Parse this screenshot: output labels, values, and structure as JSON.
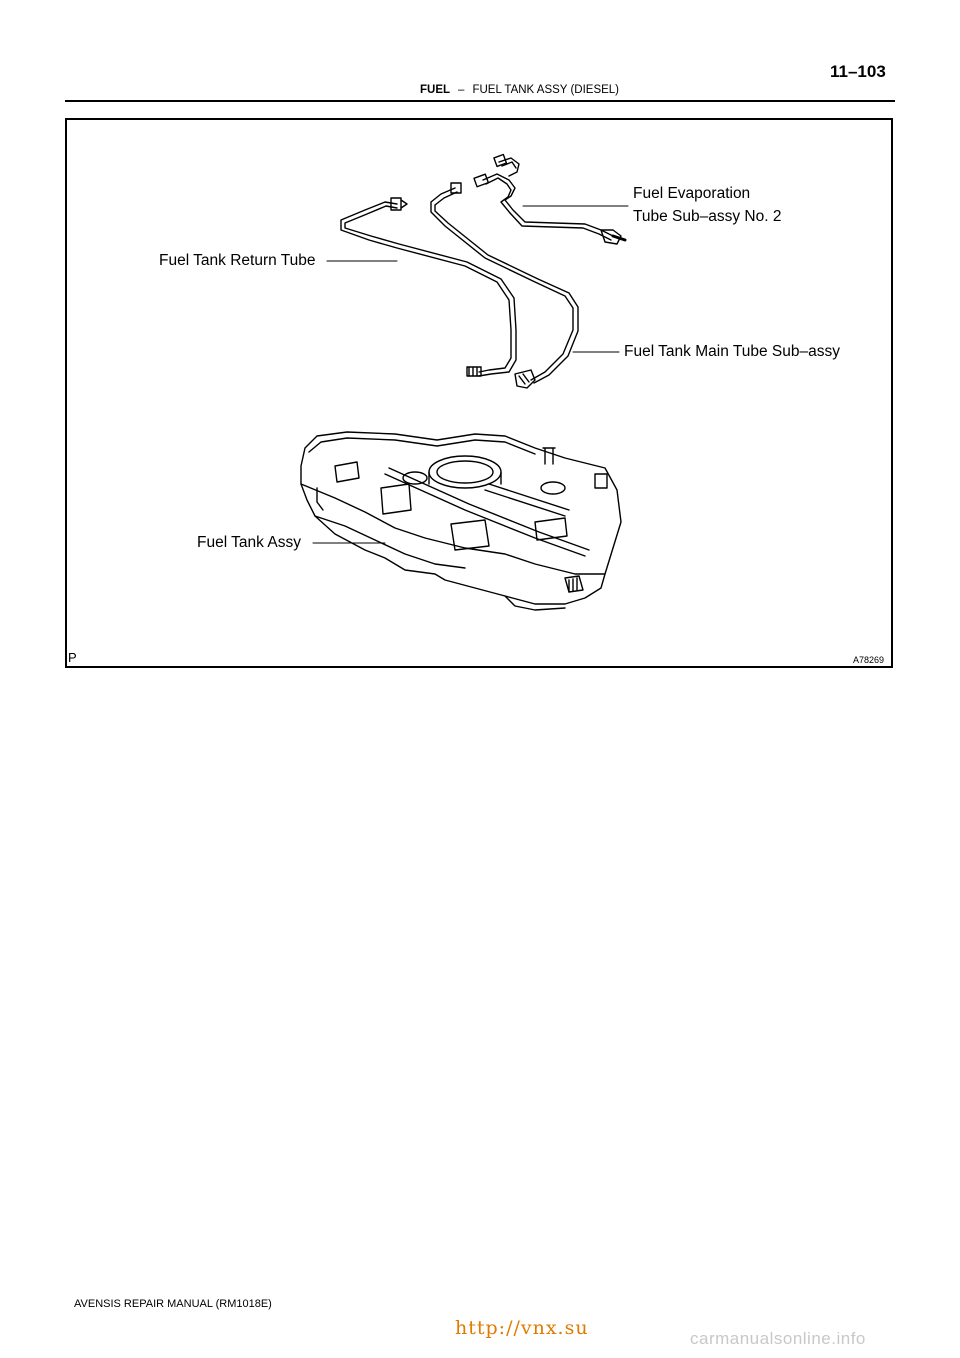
{
  "header": {
    "page_number": "11–103",
    "section": "FUEL",
    "separator": "–",
    "title": "FUEL TANK ASSY (DIESEL)"
  },
  "figure": {
    "labels": {
      "evaporation_tube_line1": "Fuel Evaporation",
      "evaporation_tube_line2": "Tube Sub–assy No. 2",
      "return_tube": "Fuel Tank Return Tube",
      "main_tube": "Fuel Tank Main Tube Sub–assy",
      "tank": "Fuel Tank Assy"
    },
    "corner_mark": "P",
    "figure_code": "A78269"
  },
  "footer": {
    "manual": "AVENSIS REPAIR MANUAL   (RM1018E)"
  },
  "watermarks": {
    "left": "http://vnx.su",
    "right": "carmanualsonline.info"
  }
}
